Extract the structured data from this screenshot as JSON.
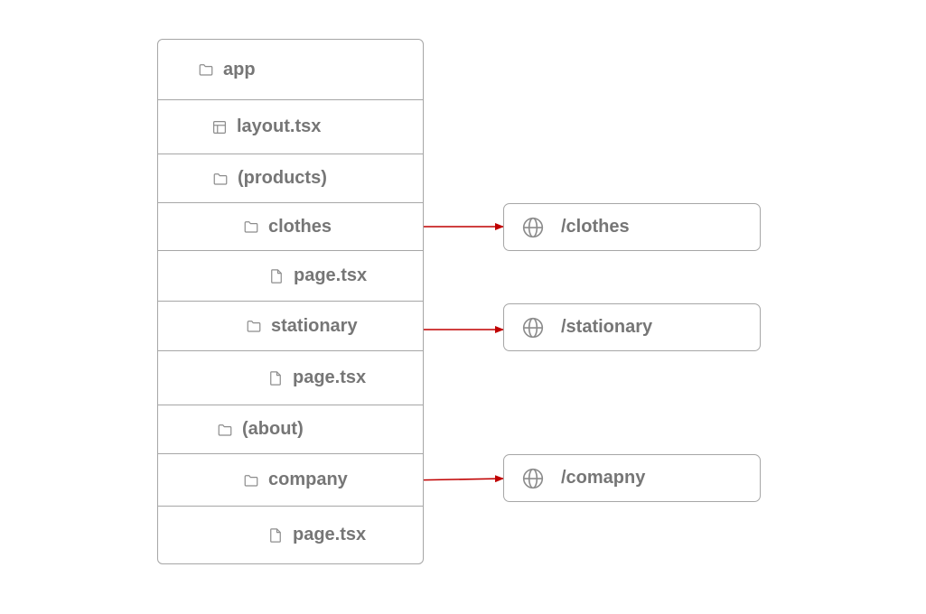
{
  "tree": {
    "items": [
      {
        "label": "app",
        "icon": "folder-icon"
      },
      {
        "label": "layout.tsx",
        "icon": "layout-icon"
      },
      {
        "label": "(products)",
        "icon": "folder-icon"
      },
      {
        "label": "clothes",
        "icon": "folder-icon"
      },
      {
        "label": "page.tsx",
        "icon": "file-icon"
      },
      {
        "label": "stationary",
        "icon": "folder-icon"
      },
      {
        "label": "page.tsx",
        "icon": "file-icon"
      },
      {
        "label": "(about)",
        "icon": "folder-icon"
      },
      {
        "label": "company",
        "icon": "folder-icon"
      },
      {
        "label": "page.tsx",
        "icon": "file-icon"
      }
    ]
  },
  "routes": [
    {
      "label": "/clothes",
      "icon": "globe-icon"
    },
    {
      "label": "/stationary",
      "icon": "globe-icon"
    },
    {
      "label": "/comapny",
      "icon": "globe-icon"
    }
  ],
  "colors": {
    "border": "#a6a6a6",
    "text": "#767676",
    "icon": "#8c8c8c",
    "arrow": "#c00000"
  }
}
